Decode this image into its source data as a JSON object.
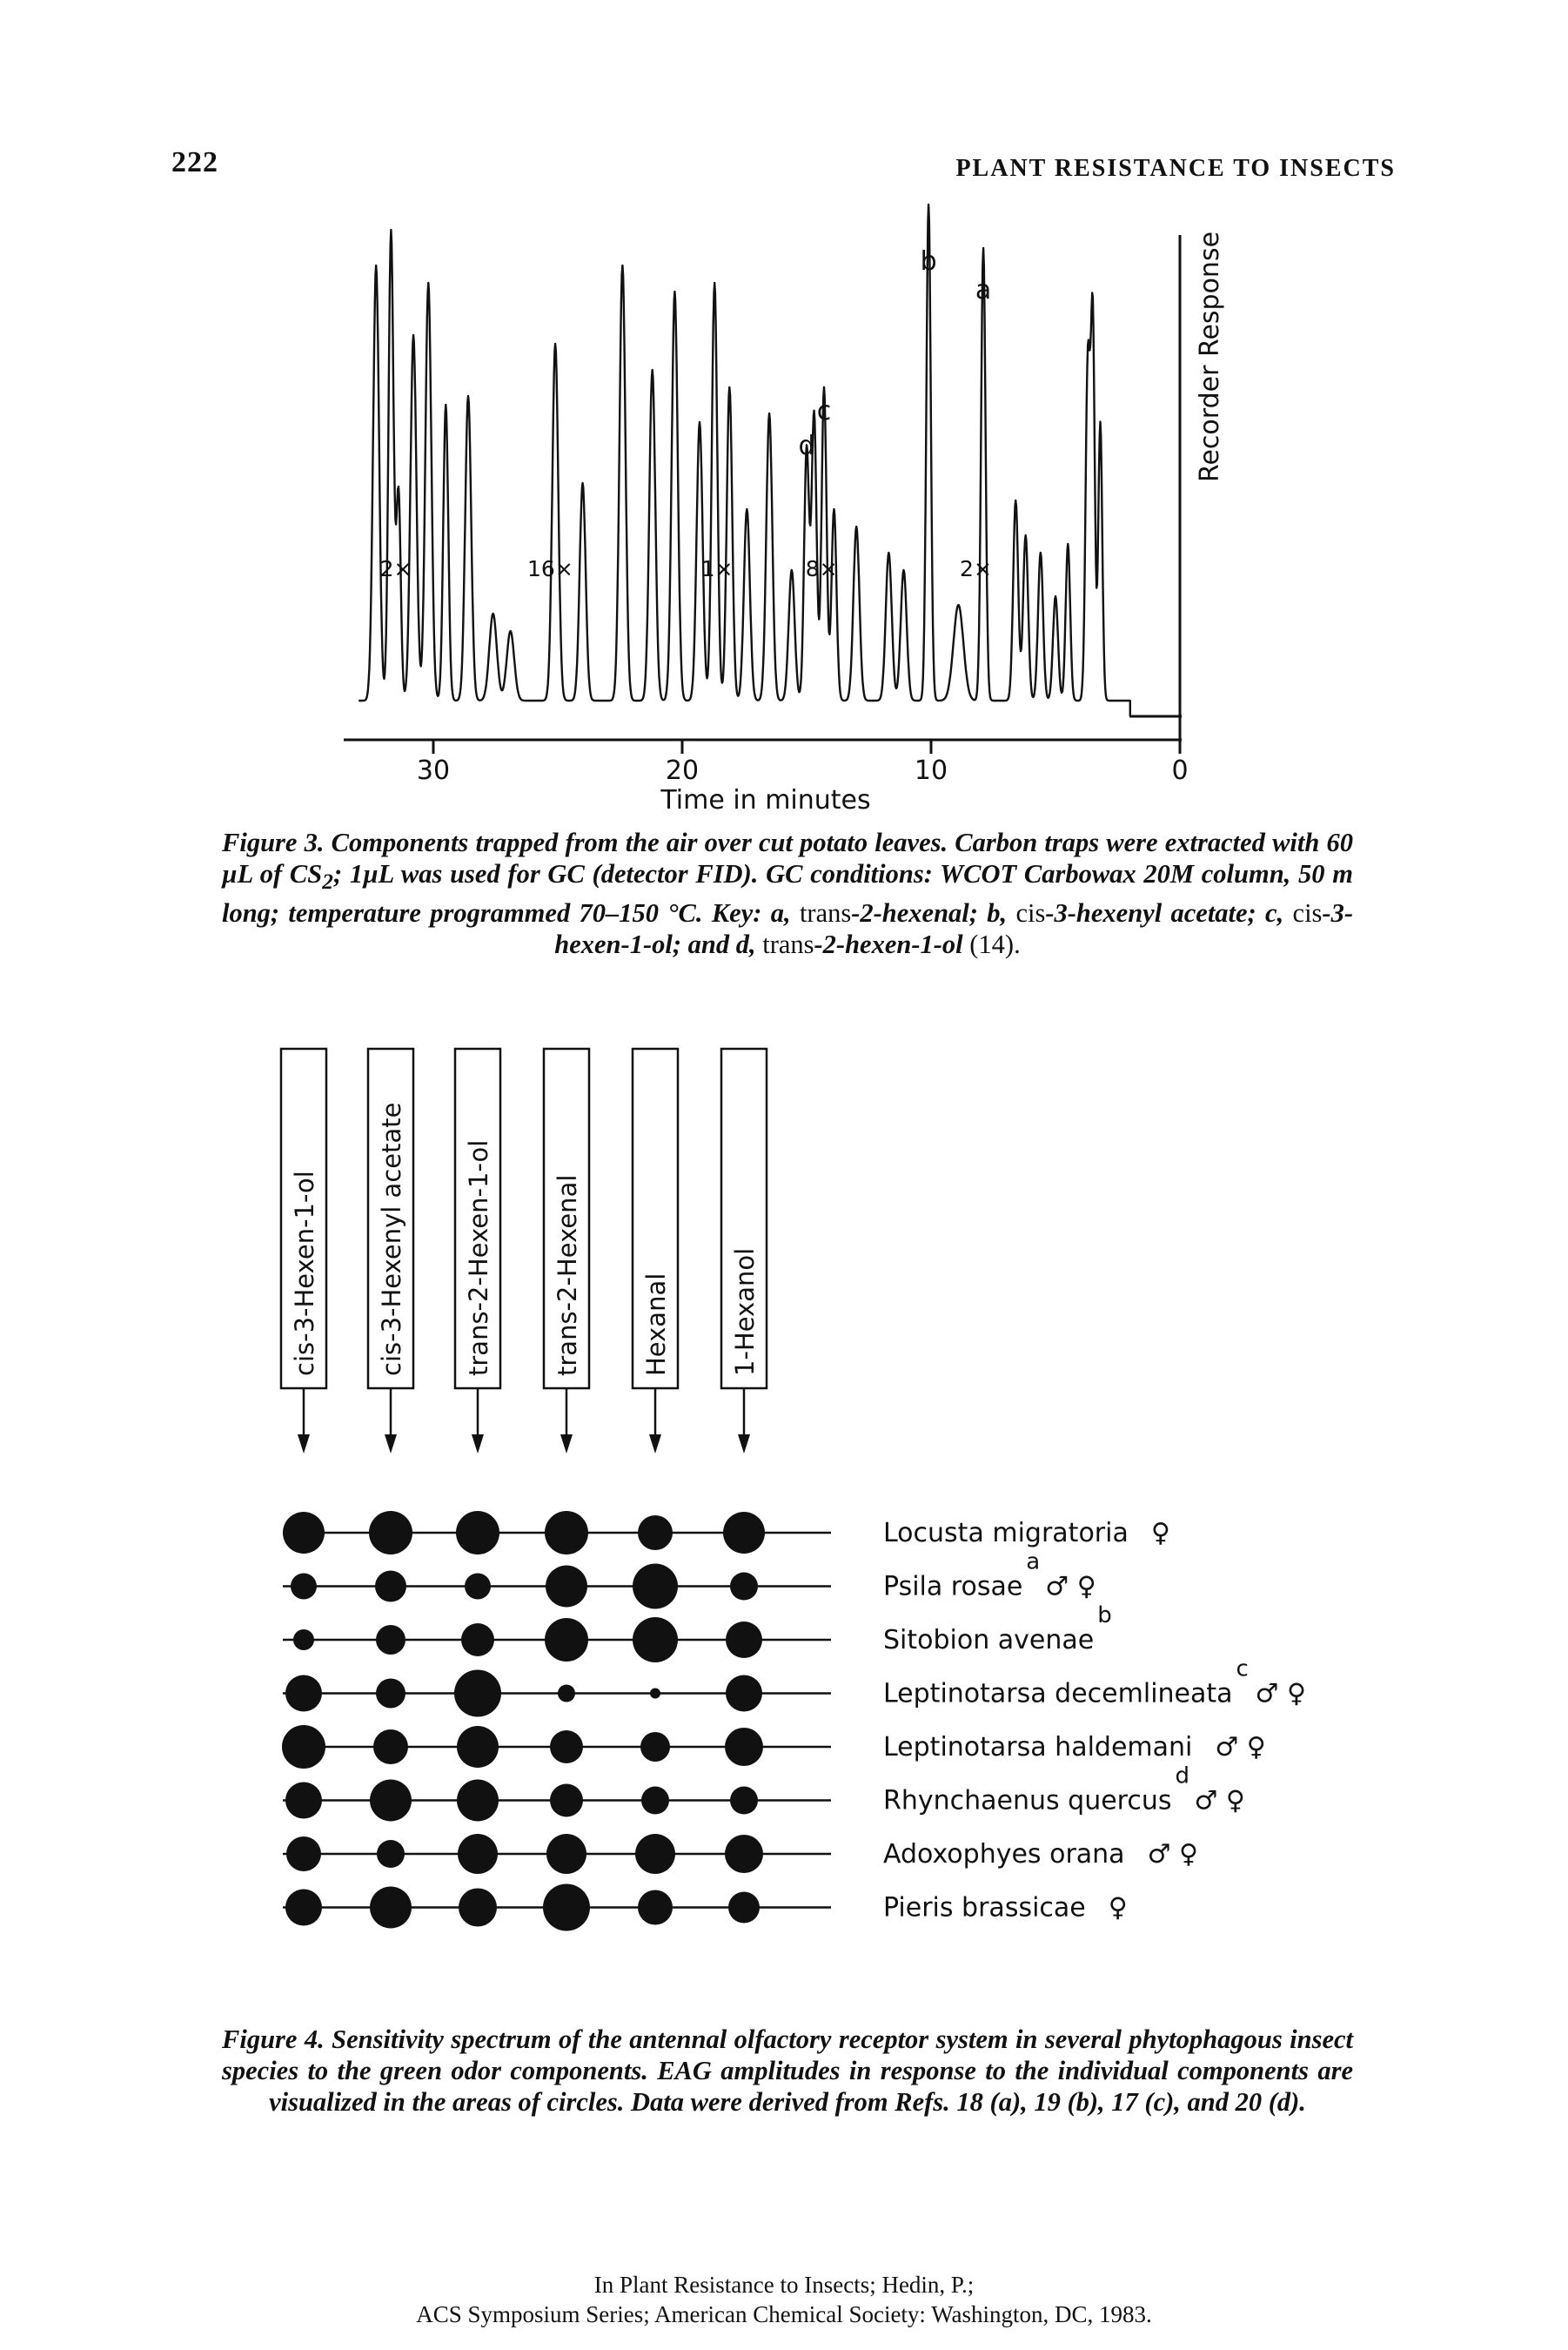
{
  "header": {
    "page_number": "222",
    "running_title": "PLANT RESISTANCE TO INSECTS"
  },
  "figure3": {
    "caption": {
      "label": "Figure 3.",
      "text_1": " Components trapped from the air over cut potato leaves. Carbon traps were extracted with 60 µL of CS",
      "sub": "2",
      "text_2": "; 1µL was used for GC (detector FID). GC conditions: WCOT Carbowax 20M column, 50 m long; temperature programmed 70–150 °C. Key: a, ",
      "key_a": "trans",
      "text_3": "-2-hexenal; b, ",
      "key_b": "cis",
      "text_4": "-3-hexenyl acetate; c, ",
      "key_c": "cis",
      "text_5": "-3-hexen-1-ol; and d, ",
      "key_d": "trans",
      "text_6": "-2-hexen-1-ol",
      "ref": " (14)."
    },
    "chart_data": {
      "type": "line",
      "xlabel": "Time in minutes",
      "ylabel": "Recorder Response",
      "x_ticks": [
        "30",
        "20",
        "10",
        "0"
      ],
      "xlim": [
        33,
        0
      ],
      "x_reversed": true,
      "peak_labels": [
        {
          "label": "b",
          "time": 10.1
        },
        {
          "label": "a",
          "time": 7.9
        },
        {
          "label": "c",
          "time": 14.3
        },
        {
          "label": "d",
          "time": 15.0
        }
      ],
      "attenuation_labels": [
        {
          "label": "2×",
          "time": 31.5
        },
        {
          "label": "16×",
          "time": 25.3
        },
        {
          "label": "1×",
          "time": 18.6
        },
        {
          "label": "8×",
          "time": 14.4
        },
        {
          "label": "2×",
          "time": 8.2
        }
      ]
    }
  },
  "figure4": {
    "compounds": [
      "cis-3-Hexen-1-ol",
      "cis-3-Hexenyl acetate",
      "trans-2-Hexen-1-ol",
      "trans-2-Hexenal",
      "Hexanal",
      "1-Hexanol"
    ],
    "species": [
      {
        "name": "Locusta migratoria",
        "ref": "",
        "sex": "♀",
        "radii": [
          24,
          25,
          25,
          25,
          20,
          24
        ]
      },
      {
        "name": "Psila rosae",
        "ref": "a",
        "sex": "♂ ♀",
        "radii": [
          15,
          18,
          15,
          24,
          26,
          16
        ]
      },
      {
        "name": "Sitobion avenae",
        "ref": "b",
        "sex": "",
        "radii": [
          12,
          17,
          19,
          25,
          26,
          21
        ]
      },
      {
        "name": "Leptinotarsa decemlineata",
        "ref": "c",
        "sex": "♂ ♀",
        "radii": [
          21,
          17,
          27,
          10,
          6,
          21
        ]
      },
      {
        "name": "Leptinotarsa haldemani",
        "ref": "",
        "sex": "♂ ♀",
        "radii": [
          25,
          20,
          24,
          19,
          17,
          22
        ]
      },
      {
        "name": "Rhynchaenus quercus",
        "ref": "d",
        "sex": "♂ ♀",
        "radii": [
          21,
          24,
          24,
          19,
          16,
          16
        ]
      },
      {
        "name": "Adoxophyes orana",
        "ref": "",
        "sex": "♂ ♀",
        "radii": [
          20,
          16,
          23,
          23,
          23,
          22
        ]
      },
      {
        "name": "Pieris brassicae",
        "ref": "",
        "sex": "♀",
        "radii": [
          21,
          24,
          22,
          27,
          20,
          18
        ]
      }
    ],
    "caption": {
      "label": "Figure 4.",
      "text": " Sensitivity spectrum of the antennal olfactory receptor system in several phytophagous insect species to the green odor components. EAG amplitudes in response to the individual components are visualized in the areas of circles. Data were derived from Refs. 18 (a), 19 (b), 17 (c), and 20 (d)."
    }
  },
  "footer": {
    "line1": "In Plant Resistance to Insects; Hedin, P.;",
    "line2": "ACS Symposium Series; American Chemical Society: Washington, DC, 1983."
  }
}
